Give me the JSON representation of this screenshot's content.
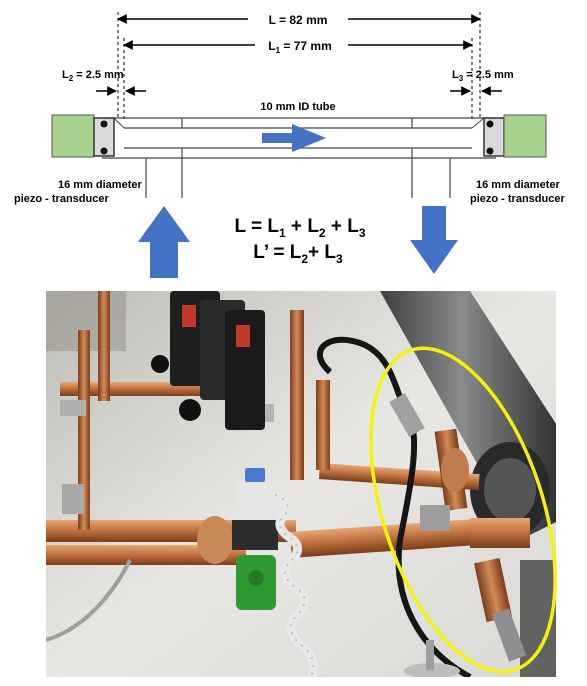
{
  "dimensions": {
    "L": "L = 82 mm",
    "L1_sym": "L",
    "L1_sub": "1",
    "L1_val": " = 77 mm",
    "L2_sym": "L",
    "L2_sub": "2",
    "L2_val": " = 2.5 mm",
    "L3_sym": "L",
    "L3_sub": "3",
    "L3_val": " = 2.5 mm"
  },
  "tube_label": "10 mm ID tube",
  "left_transducer": {
    "line1": "16 mm diameter",
    "line2": "piezo - transducer"
  },
  "right_transducer": {
    "line1": "16 mm diameter",
    "line2": "piezo - transducer"
  },
  "formula1": {
    "L": "L",
    "eq": " = ",
    "L1": "L",
    "s1": "1",
    "plus1": " + ",
    "L2": "L",
    "s2": "2",
    "plus2": " + ",
    "L3": "L",
    "s3": "3"
  },
  "formula2": {
    "Lp": "L’",
    "eq": " = ",
    "L2": "L",
    "s2": "2",
    "plus": "+ ",
    "L3": "L",
    "s3": "3"
  },
  "colors": {
    "arrow_blue": "#4472c4",
    "transducer_green": "#a9d18e",
    "photo_highlight": "#f2f20a",
    "copper": "#b86a3a"
  },
  "photo": {
    "subject": "copper pipe test rig with ultrasonic transducers, highlighted section"
  }
}
